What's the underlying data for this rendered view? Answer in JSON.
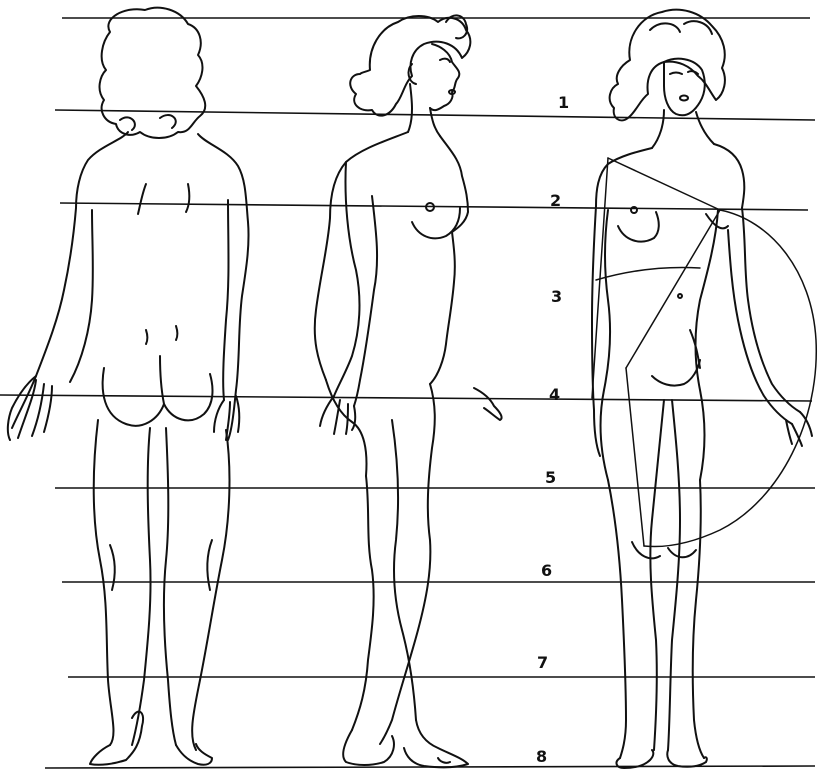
{
  "proportion_guides": {
    "unit_labels": [
      "1",
      "2",
      "3",
      "4",
      "5",
      "6",
      "7",
      "8"
    ]
  },
  "figures": [
    "back-view",
    "side-view",
    "front-view"
  ]
}
